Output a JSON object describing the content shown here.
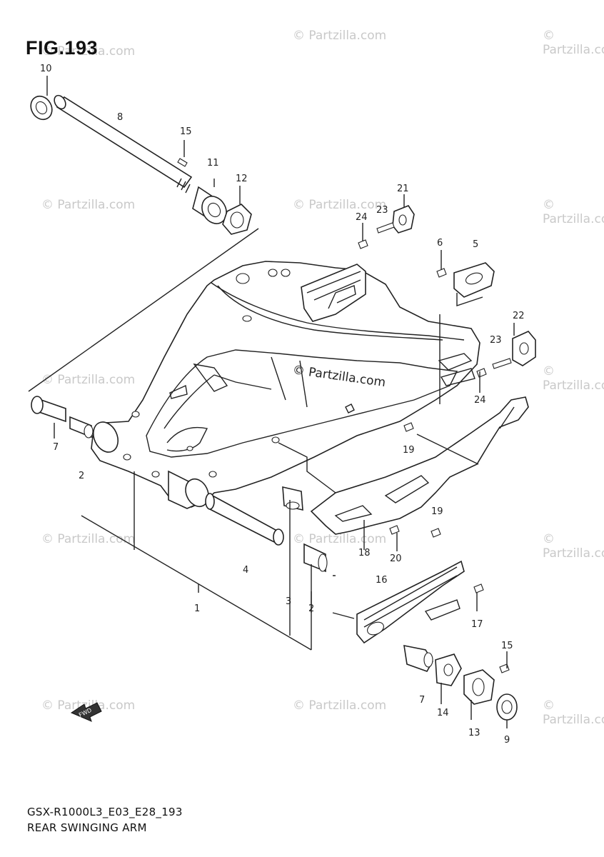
{
  "figure": {
    "title": "FIG.193",
    "code": "GSX-R1000L3_E03_E28_193",
    "name": "REAR SWINGING ARM"
  },
  "watermark": {
    "text": "© Partzilla.com",
    "center_text": "© Partzilla.com"
  },
  "front_arrow_label": "FWD",
  "callouts": [
    {
      "id": "c10a",
      "label": "10"
    },
    {
      "id": "c8",
      "label": "8"
    },
    {
      "id": "c15a",
      "label": "15"
    },
    {
      "id": "c11",
      "label": "11"
    },
    {
      "id": "c12",
      "label": "12"
    },
    {
      "id": "c21",
      "label": "21"
    },
    {
      "id": "c23a",
      "label": "23"
    },
    {
      "id": "c24a",
      "label": "24"
    },
    {
      "id": "c6",
      "label": "6"
    },
    {
      "id": "c5",
      "label": "5"
    },
    {
      "id": "c22",
      "label": "22"
    },
    {
      "id": "c23b",
      "label": "23"
    },
    {
      "id": "c24b",
      "label": "24"
    },
    {
      "id": "c7a",
      "label": "7"
    },
    {
      "id": "c2a",
      "label": "2"
    },
    {
      "id": "c19a",
      "label": "19"
    },
    {
      "id": "c19b",
      "label": "19"
    },
    {
      "id": "c4",
      "label": "4"
    },
    {
      "id": "c18",
      "label": "18"
    },
    {
      "id": "c20",
      "label": "20"
    },
    {
      "id": "c16",
      "label": "16"
    },
    {
      "id": "c1",
      "label": "1"
    },
    {
      "id": "c3",
      "label": "3"
    },
    {
      "id": "c2b",
      "label": "2"
    },
    {
      "id": "c17",
      "label": "17"
    },
    {
      "id": "c15b",
      "label": "15"
    },
    {
      "id": "c7b",
      "label": "7"
    },
    {
      "id": "c14",
      "label": "14"
    },
    {
      "id": "c13",
      "label": "13"
    },
    {
      "id": "c9",
      "label": "9"
    }
  ]
}
